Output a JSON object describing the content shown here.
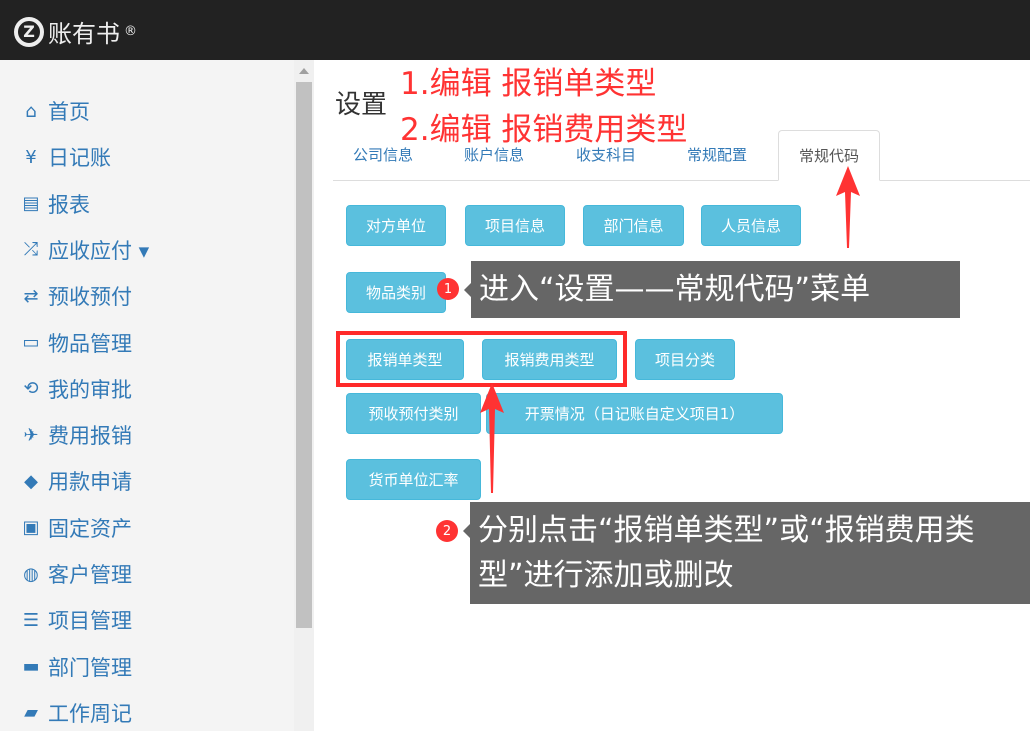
{
  "app": {
    "logo_text": "账有书",
    "logo_reg": "®"
  },
  "sidebar": {
    "items": [
      {
        "label": "首页",
        "icon": "home-icon",
        "glyph": "⌂"
      },
      {
        "label": "日记账",
        "icon": "yen-icon",
        "glyph": "¥"
      },
      {
        "label": "报表",
        "icon": "list-icon",
        "glyph": "▤"
      },
      {
        "label": "应收应付 ▾",
        "icon": "shuffle-icon",
        "glyph": "⤮"
      },
      {
        "label": "预收预付",
        "icon": "transfer-icon",
        "glyph": "⇄"
      },
      {
        "label": "物品管理",
        "icon": "inbox-icon",
        "glyph": "▭"
      },
      {
        "label": "我的审批",
        "icon": "retweet-icon",
        "glyph": "⟲"
      },
      {
        "label": "费用报销",
        "icon": "plane-icon",
        "glyph": "✈"
      },
      {
        "label": "用款申请",
        "icon": "tag-icon",
        "glyph": "◆"
      },
      {
        "label": "固定资产",
        "icon": "briefcase-icon",
        "glyph": "▣"
      },
      {
        "label": "客户管理",
        "icon": "globe-icon",
        "glyph": "◍"
      },
      {
        "label": "项目管理",
        "icon": "server-icon",
        "glyph": "☰"
      },
      {
        "label": "部门管理",
        "icon": "bed-icon",
        "glyph": "▬"
      },
      {
        "label": "工作周记",
        "icon": "comment-icon",
        "glyph": "▰"
      }
    ]
  },
  "page": {
    "title": "设置"
  },
  "annotations": {
    "line1": "1.编辑 报销单类型",
    "line2": "2.编辑 报销费用类型",
    "callout1": "进入“设置——常规代码”菜单",
    "callout2": "分别点击“报销单类型”或“报销费用类型”进行添加或删改",
    "badge1": "1",
    "badge2": "2"
  },
  "tabs": [
    "公司信息",
    "账户信息",
    "收支科目",
    "常规配置",
    "常规代码"
  ],
  "buttons": [
    "对方单位",
    "项目信息",
    "部门信息",
    "人员信息",
    "物品类别",
    "报销单类型",
    "报销费用类型",
    "项目分类",
    "预收预付类别",
    "开票情况（日记账自定义项目1）",
    "货币单位汇率"
  ]
}
